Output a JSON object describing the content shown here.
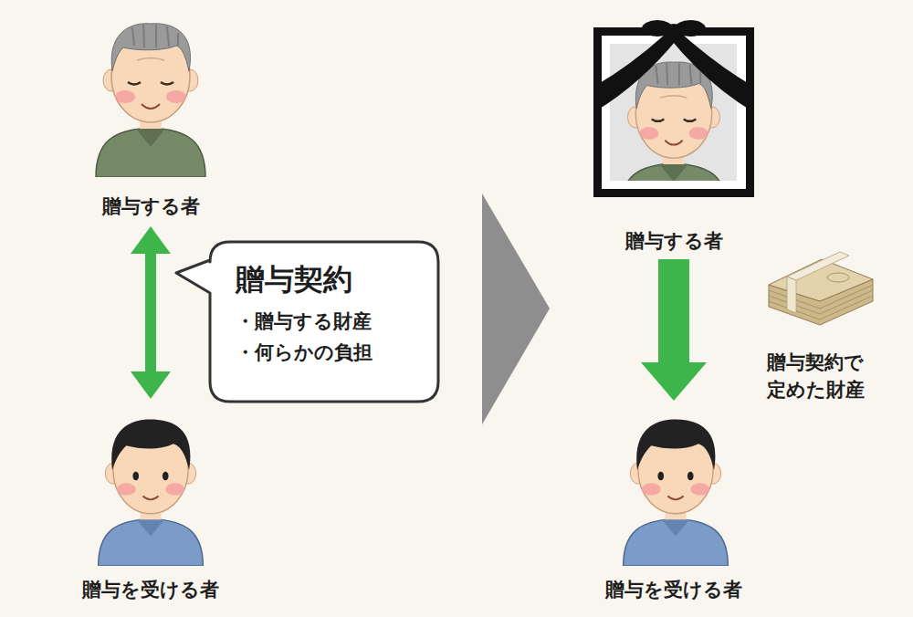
{
  "diagram": {
    "nodes": [
      {
        "text": [
          "贈与する者"
        ]
      },
      {
        "text": [
          "贈与を受ける者"
        ]
      },
      {
        "text": [
          "贈与契約",
          "・贈与する財産",
          "・何らかの負担"
        ]
      },
      {
        "text": [
          "贈与する者"
        ]
      },
      {
        "text": [
          "贈与を受ける者"
        ]
      }
    ],
    "edges": [
      {
        "from": 0,
        "to": 1,
        "arrow": "both"
      },
      {
        "from": 3,
        "to": 4,
        "arrow": "to"
      }
    ],
    "labels": [
      "贈与契約で 定めた財産"
    ]
  }
}
